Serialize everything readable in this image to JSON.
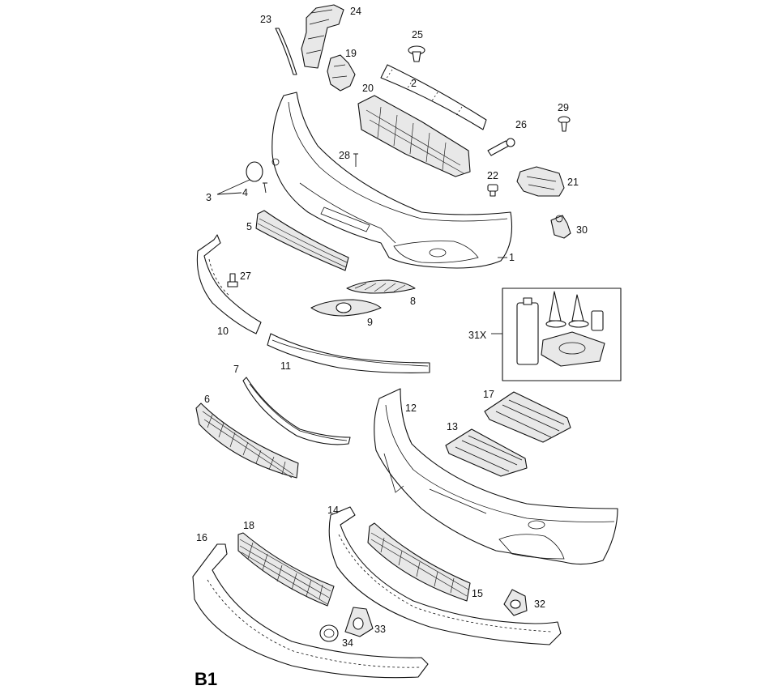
{
  "sheet_label": "B1",
  "callouts": [
    {
      "id": "c1",
      "text": "1"
    },
    {
      "id": "c2",
      "text": "2"
    },
    {
      "id": "c3",
      "text": "3"
    },
    {
      "id": "c4",
      "text": "4"
    },
    {
      "id": "c5",
      "text": "5"
    },
    {
      "id": "c6",
      "text": "6"
    },
    {
      "id": "c7",
      "text": "7"
    },
    {
      "id": "c8",
      "text": "8"
    },
    {
      "id": "c9",
      "text": "9"
    },
    {
      "id": "c10",
      "text": "10"
    },
    {
      "id": "c11",
      "text": "11"
    },
    {
      "id": "c12",
      "text": "12"
    },
    {
      "id": "c13",
      "text": "13"
    },
    {
      "id": "c14",
      "text": "14"
    },
    {
      "id": "c15",
      "text": "15"
    },
    {
      "id": "c16",
      "text": "16"
    },
    {
      "id": "c17",
      "text": "17"
    },
    {
      "id": "c18",
      "text": "18"
    },
    {
      "id": "c19",
      "text": "19"
    },
    {
      "id": "c20",
      "text": "20"
    },
    {
      "id": "c21",
      "text": "21"
    },
    {
      "id": "c22",
      "text": "22"
    },
    {
      "id": "c23",
      "text": "23"
    },
    {
      "id": "c24",
      "text": "24"
    },
    {
      "id": "c25",
      "text": "25"
    },
    {
      "id": "c26",
      "text": "26"
    },
    {
      "id": "c27",
      "text": "27"
    },
    {
      "id": "c28",
      "text": "28"
    },
    {
      "id": "c29",
      "text": "29"
    },
    {
      "id": "c30",
      "text": "30"
    },
    {
      "id": "c31",
      "text": "31X"
    },
    {
      "id": "c32",
      "text": "32"
    },
    {
      "id": "c33",
      "text": "33"
    },
    {
      "id": "c34",
      "text": "34"
    }
  ]
}
